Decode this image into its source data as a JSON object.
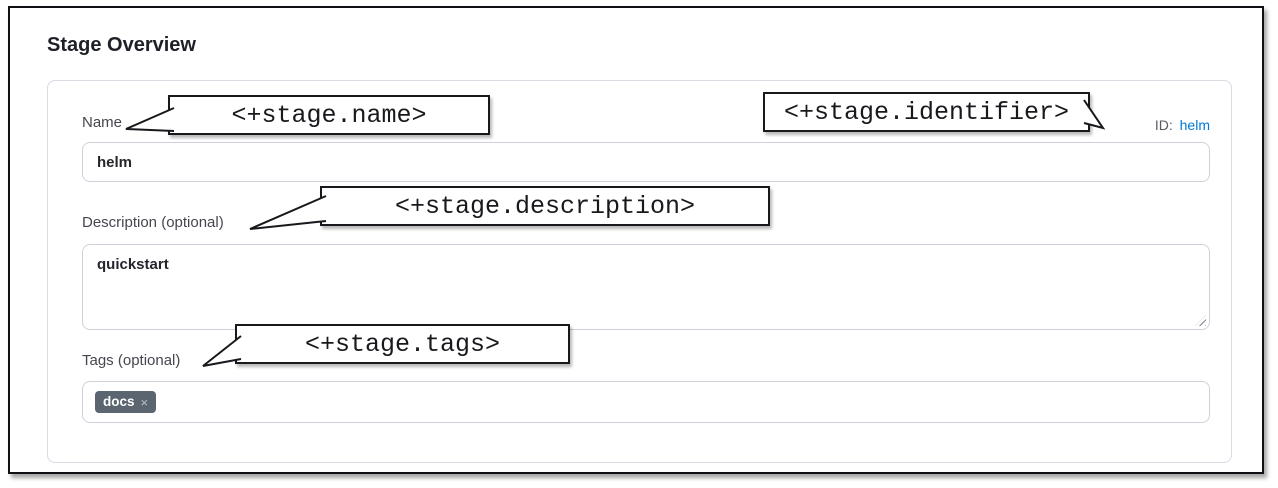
{
  "window": {
    "title": "Stage Overview"
  },
  "form": {
    "name_field": {
      "label": "Name",
      "value": "helm"
    },
    "identifier": {
      "label": "ID:",
      "value": "helm"
    },
    "description_field": {
      "label": "Description (optional)",
      "value": "quickstart"
    },
    "tags_field": {
      "label": "Tags (optional)",
      "tags": [
        {
          "label": "docs",
          "remove_glyph": "×"
        }
      ]
    }
  },
  "annotations": {
    "name": "<+stage.name>",
    "identifier": "<+stage.identifier>",
    "description": "<+stage.description>",
    "tags": "<+stage.tags>"
  },
  "colors": {
    "link_blue": "#0278d5",
    "tag_chip_bg": "#5b6570",
    "callout_border": "#17191d"
  }
}
